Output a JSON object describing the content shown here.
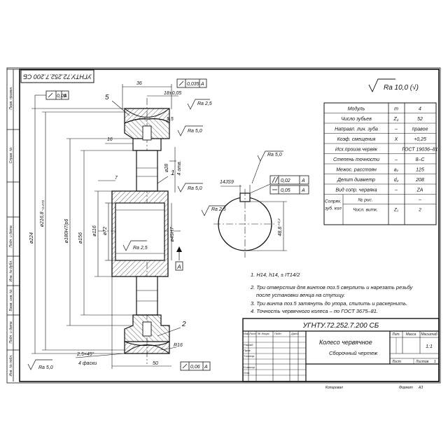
{
  "stamp_top": "УГНТУ.72.252.7.200 СБ",
  "roughness_general": "Ra 10,0 (√)",
  "params": [
    {
      "name": "Модуль",
      "sym": "m",
      "val": "4"
    },
    {
      "name": "Число зубьев",
      "sym": "Z₂",
      "val": "52"
    },
    {
      "name": "Направл. лин. зуба",
      "sym": "–",
      "val": "правое"
    },
    {
      "name": "Коэф. смещения",
      "sym": "X",
      "val": "+0,25"
    },
    {
      "name": "Исх.произв.червяк",
      "sym": "",
      "val": "ГОСТ 19036–81"
    },
    {
      "name": "Степень точности",
      "sym": "–",
      "val": "8–С"
    },
    {
      "name": "Межос. расстоян",
      "sym": "aᵥ",
      "val": "125"
    },
    {
      "name": "Делит диаметр",
      "sym": "d₂",
      "val": "208"
    },
    {
      "name": "Вид сопр. червяка",
      "sym": "–",
      "val": "ZA"
    }
  ],
  "params_group": {
    "label1": "Сопрях.",
    "label2": "зуб. кол",
    "r1_name": "№ рис.",
    "r1_val": "–",
    "r2_name": "Числ. витк.",
    "r2_sym": "Z₁",
    "r2_val": "2"
  },
  "notes": [
    "1. H14, h14, ±  IT14/2",
    "2. Три отверстия для винтов поз.5 сверлить и нарезать резьбу",
    "после установки венца на ступицу.",
    "3. Три винта поз.5 затянуть до упора, спилить и раскернить.",
    "4. Точность червячного колеса – по ГОСТ 3675–81."
  ],
  "title_block": {
    "code": "УГНТУ.72.252.7.200 СБ",
    "name": "Колесо червячное",
    "subname": "Сборочный чертеж",
    "col_lit": "Лит.",
    "col_mass": "Масса",
    "col_scale": "Масштаб",
    "scale": "1:1",
    "sheet": "Лист",
    "sheets": "Листов",
    "sheets_val": "1",
    "roles": [
      "Изм.",
      "Лист",
      "№ докум.",
      "Подп.",
      "Дата",
      "Разраб.",
      "Пров.",
      "Т.контр.",
      "Н.контр.",
      "Утв."
    ],
    "copied": "Копировал",
    "format": "Формат",
    "format_val": "А3"
  },
  "side_labels": [
    "Перв. примен.",
    "Справ. №",
    "Подп. и дата",
    "Инв. № дубл.",
    "Взам. инв. №",
    "Подп. и дата",
    "Инв. № подл."
  ],
  "dims": {
    "d36": "36",
    "d18": "18±0,05",
    "d035": "0,035",
    "A": "A",
    "d05": "0,05",
    "ra25": "Ra 2,5",
    "ra50": "Ra 5,0",
    "d55": "5,5",
    "d16": "16",
    "d28": "ø28",
    "d4otv": "4 отв.",
    "d7": "7",
    "d1": "1",
    "d2": "2",
    "d5": "5",
    "d224": "ø224",
    "d2168": "ø216,8₋₀,₀₇₂",
    "d180": "ø180H7/p6",
    "d156": "ø156",
    "d116": "ø116",
    "d72": "ø72",
    "d45": "ø45H7",
    "r16": "R16",
    "ch": "2,5×45°",
    "ch2": "4 фаски",
    "d50": "50",
    "d06": "0,06",
    "js9": "14JS9",
    "d002": "0,02",
    "d005": "0,05",
    "d488": "48,8⁺⁰·²",
    "ra50b": "Ra 5,0"
  }
}
